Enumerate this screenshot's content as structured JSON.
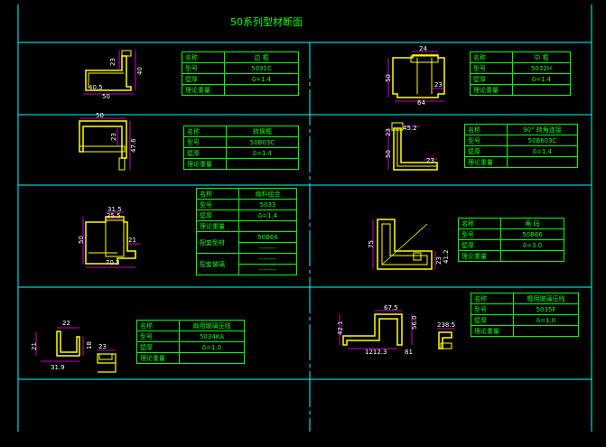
{
  "title": "50系列型材断面",
  "colors": {
    "background": "#000000",
    "grid": "#00ffff",
    "profile": "#ffff00",
    "dimension": "#ff00ff",
    "table": "#00ff00",
    "text": "#ffffff"
  },
  "tables": [
    {
      "rows": [
        {
          "k": "名称",
          "v": "边 框"
        },
        {
          "k": "型号",
          "v": "5031C"
        },
        {
          "k": "壁厚",
          "v": "δ=1.4"
        },
        {
          "k": "理论重量",
          "v": ""
        }
      ]
    },
    {
      "rows": [
        {
          "k": "名称",
          "v": "中 框"
        },
        {
          "k": "型号",
          "v": "5032H"
        },
        {
          "k": "壁厚",
          "v": "δ=1.4"
        },
        {
          "k": "理论重量",
          "v": ""
        }
      ]
    },
    {
      "rows": [
        {
          "k": "名称",
          "v": "转换框"
        },
        {
          "k": "型号",
          "v": "50B03C"
        },
        {
          "k": "壁厚",
          "v": "δ=1.4"
        },
        {
          "k": "理论重量",
          "v": ""
        }
      ]
    },
    {
      "rows": [
        {
          "k": "名称",
          "v": "90° 转角连接"
        },
        {
          "k": "型号",
          "v": "50B603C"
        },
        {
          "k": "壁厚",
          "v": "δ=1.4"
        },
        {
          "k": "理论重量",
          "v": ""
        }
      ]
    },
    {
      "rows": [
        {
          "k": "名称",
          "v": "扇料组合"
        },
        {
          "k": "型号",
          "v": "5033"
        },
        {
          "k": "壁厚",
          "v": "δ=1.4"
        },
        {
          "k": "理论重量",
          "v": ""
        },
        {
          "k": "配套型材",
          "v": "50B66",
          "v2": "--------"
        },
        {
          "k": "配套玻璃",
          "v": "--------",
          "v2": "--------"
        }
      ]
    },
    {
      "rows": [
        {
          "k": "名称",
          "v": "角 码"
        },
        {
          "k": "型号",
          "v": "50B66"
        },
        {
          "k": "壁厚",
          "v": "δ=3.0"
        },
        {
          "k": "理论重量",
          "v": ""
        }
      ]
    },
    {
      "rows": [
        {
          "k": "名称",
          "v": "扇用玻璃压线"
        },
        {
          "k": "型号",
          "v": "5034KA"
        },
        {
          "k": "壁厚",
          "v": "δ=1.0"
        },
        {
          "k": "理论重量",
          "v": ""
        }
      ]
    },
    {
      "rows": [
        {
          "k": "名称",
          "v": "框用玻璃压线"
        },
        {
          "k": "型号",
          "v": "5035F"
        },
        {
          "k": "壁厚",
          "v": "δ=1.0"
        },
        {
          "k": "理论重量",
          "v": ""
        }
      ]
    }
  ],
  "dims": {
    "d1": [
      "23",
      "40",
      "40.5",
      "50"
    ],
    "d2": [
      "24",
      "50",
      "23",
      "64"
    ],
    "d3": [
      "50",
      "23",
      "47.6"
    ],
    "d4": [
      "45.2",
      "23",
      "50",
      "23"
    ],
    "d5": [
      "31.5",
      "25.5",
      "50",
      "21",
      "70.3"
    ],
    "d6": [
      "75",
      "23",
      "41.2"
    ],
    "d7": [
      "22",
      "21",
      "18",
      "31.9",
      "23"
    ],
    "d8": [
      "67.5",
      "42.1",
      "56.0",
      "1212.3",
      "81",
      "238.5"
    ]
  }
}
